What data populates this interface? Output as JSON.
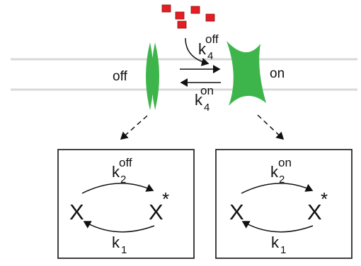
{
  "colors": {
    "channel": "#3db54a",
    "ligand": "#e31e24",
    "membrane": "#d9d9d9",
    "ink": "#111111"
  },
  "membrane": {
    "state_off_label": "off",
    "state_on_label": "on",
    "rate_forward": {
      "base": "k",
      "sub": "4",
      "sup": "off"
    },
    "rate_backward": {
      "base": "k",
      "sub": "4",
      "sup": "on"
    }
  },
  "boxes": [
    {
      "species_left": "X",
      "species_right": "X",
      "star": "*",
      "rate_top": {
        "base": "k",
        "sub": "2",
        "sup": "off"
      },
      "rate_bottom": {
        "base": "k",
        "sub": "1"
      }
    },
    {
      "species_left": "X",
      "species_right": "X",
      "star": "*",
      "rate_top": {
        "base": "k",
        "sub": "2",
        "sup": "on"
      },
      "rate_bottom": {
        "base": "k",
        "sub": "1"
      }
    }
  ]
}
